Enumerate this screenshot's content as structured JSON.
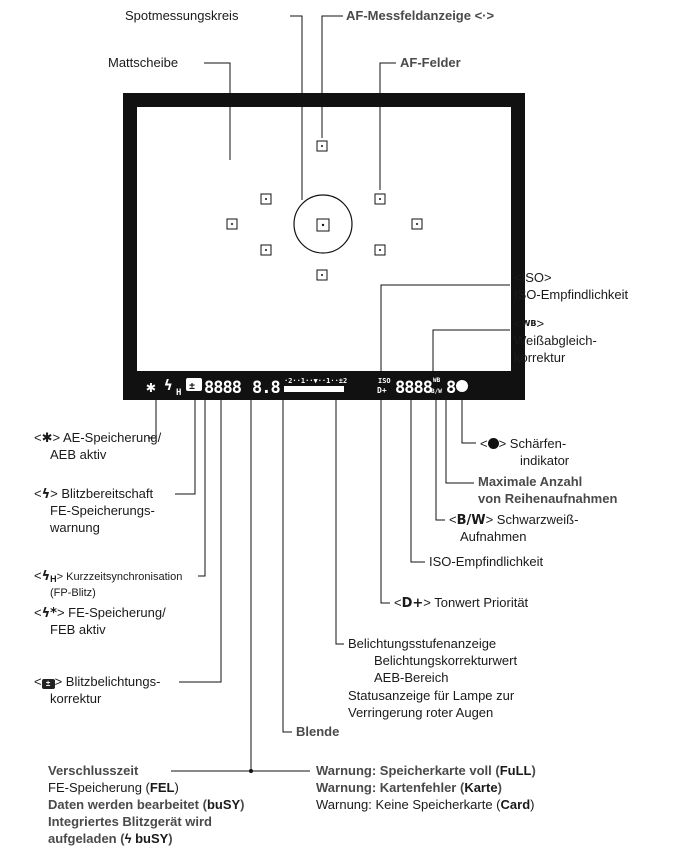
{
  "top": {
    "spot_circle": "Spotmessungskreis",
    "af_point_display": "AF-Messfeldanzeige <·>",
    "focusing_screen": "Mattscheibe",
    "af_points": "AF-Felder"
  },
  "right": {
    "iso_icon": "<ISO>",
    "iso_sens": "ISO-Empfindlichkeit",
    "wb_icon_pre": "<",
    "wb_icon_post": ">",
    "wb_line1": "Weißabgleich-",
    "wb_line2": "korrektur",
    "focus_pre": "<",
    "focus_post": "> Schärfen-",
    "focus_line2": "indikator",
    "max_burst_1": "Maximale Anzahl",
    "max_burst_2": "von Reihenaufnahmen",
    "bw_pre": "<",
    "bw_icon": "B/W",
    "bw_post": "> Schwarzweiß-",
    "bw_line2": "Aufnahmen",
    "iso_sens2": "ISO-Empfindlichkeit",
    "dplus_pre": "<",
    "dplus_icon": "D+",
    "dplus_post": "> Tonwert Priorität"
  },
  "left": {
    "ae_pre": "<",
    "ae_icon": "✱",
    "ae_post": "> AE-Speicherung/",
    "ae_line2": "AEB aktiv",
    "flash_pre": "<",
    "flash_icon": "ϟ",
    "flash_post": "> Blitzbereitschaft",
    "flash_line2": "FE-Speicherungs-",
    "flash_line3": "warnung",
    "hs_pre": "<",
    "hs_icon": "ϟ",
    "hs_sub": "H",
    "hs_post": "> Kurzzeitsynchronisation",
    "hs_line2": "(FP-Blitz)",
    "fel_pre": "<",
    "fel_icon": "ϟ*",
    "fel_post": "> FE-Speicherung/",
    "fel_line2": "FEB aktiv",
    "fec_pre": "<",
    "fec_icon": "±",
    "fec_post": "> Blitzbelichtungs-",
    "fec_line2": "korrektur"
  },
  "middle": {
    "exp_level": "Belichtungsstufenanzeige",
    "exp_comp": "Belichtungskorrekturwert",
    "aeb_range": "AEB-Bereich",
    "red_eye_1": "Statusanzeige für Lampe zur",
    "red_eye_2": "Verringerung roter Augen",
    "aperture": "Blende"
  },
  "bottom_left": {
    "shutter": "Verschlusszeit",
    "fe_lock_pre": "FE-Speicherung (",
    "fe_lock_b": "FEL",
    "fe_lock_post": ")",
    "busy_pre": "Daten werden bearbeitet (",
    "busy_b": "buSY",
    "busy_post": ")",
    "flash_charge_1": "Integriertes Blitzgerät wird",
    "flash_charge_2_pre": "aufgeladen (",
    "flash_charge_2_b": "ϟ buSY",
    "flash_charge_2_post": ")"
  },
  "bottom_right": {
    "full_pre": "Warnung: Speicherkarte voll (",
    "full_b": "FuLL",
    "full_post": ")",
    "err_pre": "Warnung: Kartenfehler (",
    "err_b": "Karte",
    "err_post": ")",
    "card_pre": "Warnung: Keine Speicherkarte (",
    "card_b": "Card",
    "card_post": ")"
  },
  "lcd": {
    "star": "✱",
    "flash": "ϟ",
    "h": "H",
    "fec": "±",
    "shutter_digits": "8888",
    "aperture_digits": "8.8",
    "scale": "·2..1..▼..1..±2",
    "iso_top": "ISO",
    "iso_bottom": "D+",
    "burst_digits": "8888",
    "wb": "WB",
    "bw": "B/W",
    "last_digit": "8"
  }
}
